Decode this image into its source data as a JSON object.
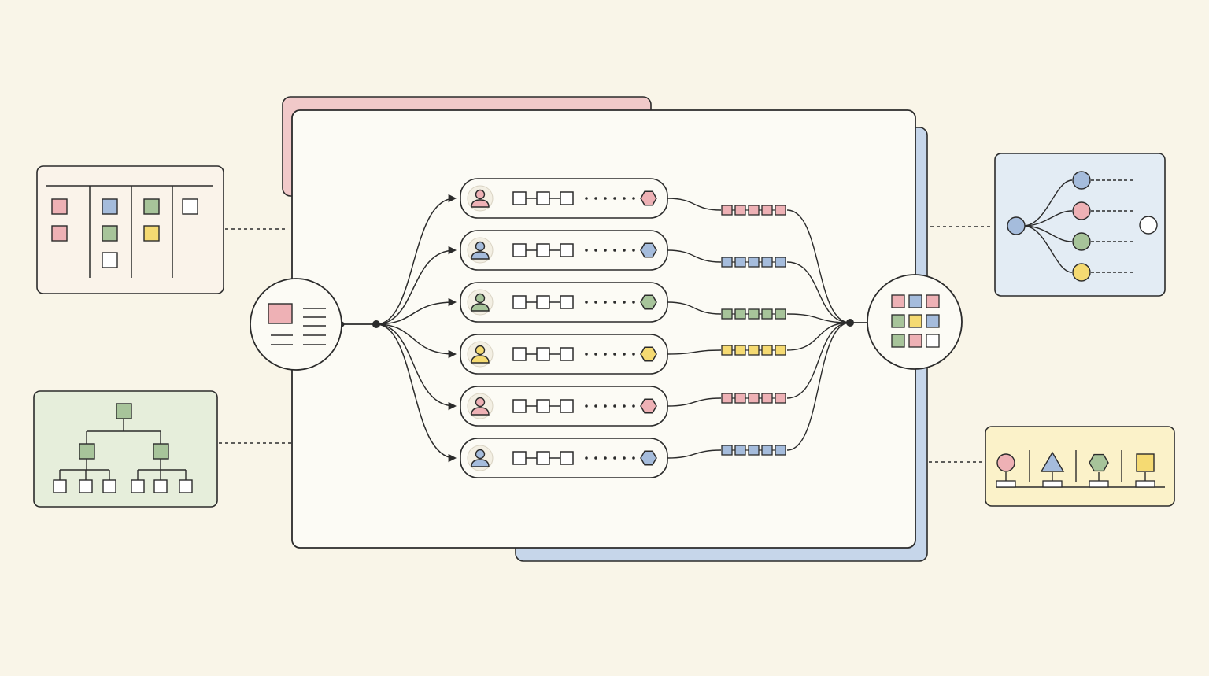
{
  "colors": {
    "background": "#f9f5e8",
    "ink": "#2b2b2b",
    "card_fill": "#fcfbf5",
    "pink": "#eeb1b5",
    "blue": "#a5bcdc",
    "green": "#a7c49a",
    "yellow": "#f5da72",
    "white": "#ffffff",
    "pink_panel": "#f1c9c9",
    "blue_panel": "#c6d6ea",
    "kanban_panel": "#faf3ea",
    "tree_panel": "#e6eedb",
    "branch_panel": "#e3ecf4",
    "shapes_panel": "#fbf2c9"
  },
  "central_hub": {
    "icon": "document-icon"
  },
  "output_hub": {
    "icon": "grid-icon",
    "cells": [
      "pink",
      "blue",
      "pink",
      "green",
      "yellow",
      "blue",
      "green",
      "pink",
      "white"
    ]
  },
  "pipelines": [
    {
      "icon": "user-icon",
      "color": "pink",
      "queue_length": 5
    },
    {
      "icon": "user-icon",
      "color": "blue",
      "queue_length": 5
    },
    {
      "icon": "user-icon",
      "color": "green",
      "queue_length": 5
    },
    {
      "icon": "user-icon",
      "color": "yellow",
      "queue_length": 5
    },
    {
      "icon": "user-icon",
      "color": "pink",
      "queue_length": 5
    },
    {
      "icon": "user-icon",
      "color": "blue",
      "queue_length": 5
    }
  ],
  "panels": {
    "kanban_board": {
      "icon": "kanban-board-icon",
      "columns": [
        [
          "pink",
          "pink"
        ],
        [
          "blue",
          "green",
          "white"
        ],
        [
          "green",
          "yellow"
        ],
        [
          "white"
        ]
      ]
    },
    "hierarchy_tree": {
      "icon": "hierarchy-tree-icon",
      "root": "green",
      "children": [
        "green",
        "green"
      ],
      "leaves_per_child": 3
    },
    "branch_nodes": {
      "icon": "branch-nodes-icon",
      "source": "blue",
      "branches": [
        "blue",
        "pink",
        "green",
        "yellow"
      ],
      "target": "white"
    },
    "shape_timeline": {
      "icon": "shape-timeline-icon",
      "shapes": [
        {
          "shape": "circle",
          "color": "pink"
        },
        {
          "shape": "triangle",
          "color": "blue"
        },
        {
          "shape": "hexagon",
          "color": "green"
        },
        {
          "shape": "square",
          "color": "yellow"
        }
      ]
    }
  }
}
